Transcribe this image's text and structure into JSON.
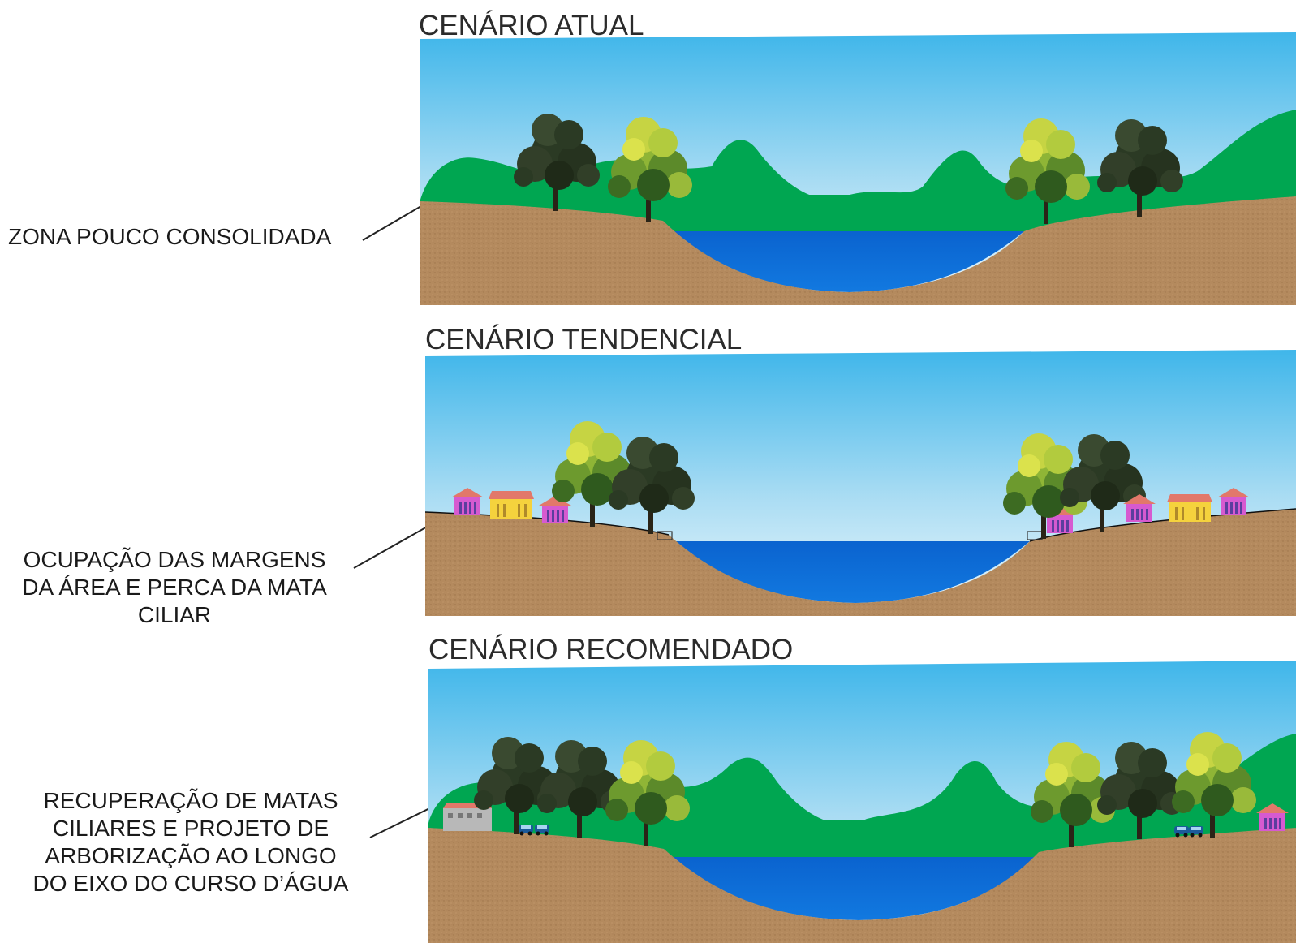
{
  "panels": [
    {
      "id": "atual",
      "title": "CENÁRIO ATUAL",
      "label_lines": [
        "ZONA POUCO CONSOLIDADA"
      ],
      "features": [
        "mountains",
        "trees",
        "river",
        "soil"
      ]
    },
    {
      "id": "tendencial",
      "title": "CENÁRIO TENDENCIAL",
      "label_lines": [
        "OCUPAÇÃO DAS MARGENS",
        "DA ÁREA E PERCA DA MATA",
        "CILIAR"
      ],
      "features": [
        "houses",
        "sparse-trees",
        "river",
        "soil"
      ]
    },
    {
      "id": "recomendado",
      "title": "CENÁRIO RECOMENDADO",
      "label_lines": [
        "RECUPERAÇÃO DE MATAS",
        "CILIARES E PROJETO DE",
        "ARBORIZAÇÃO AO LONGO",
        "DO EIXO DO CURSO D’ÁGUA"
      ],
      "features": [
        "mountains",
        "riparian-forest",
        "buildings",
        "cars",
        "river",
        "soil"
      ]
    }
  ],
  "colors": {
    "sky_top": "#3fb6ea",
    "sky_bottom": "#e6f4fb",
    "hills": "#00a651",
    "water": "#0b6fd6",
    "soil": "#b48a5e",
    "tree_dark": "#2b3a24",
    "tree_light": "#a6c43c",
    "tree_mid": "#5c8a2a"
  }
}
